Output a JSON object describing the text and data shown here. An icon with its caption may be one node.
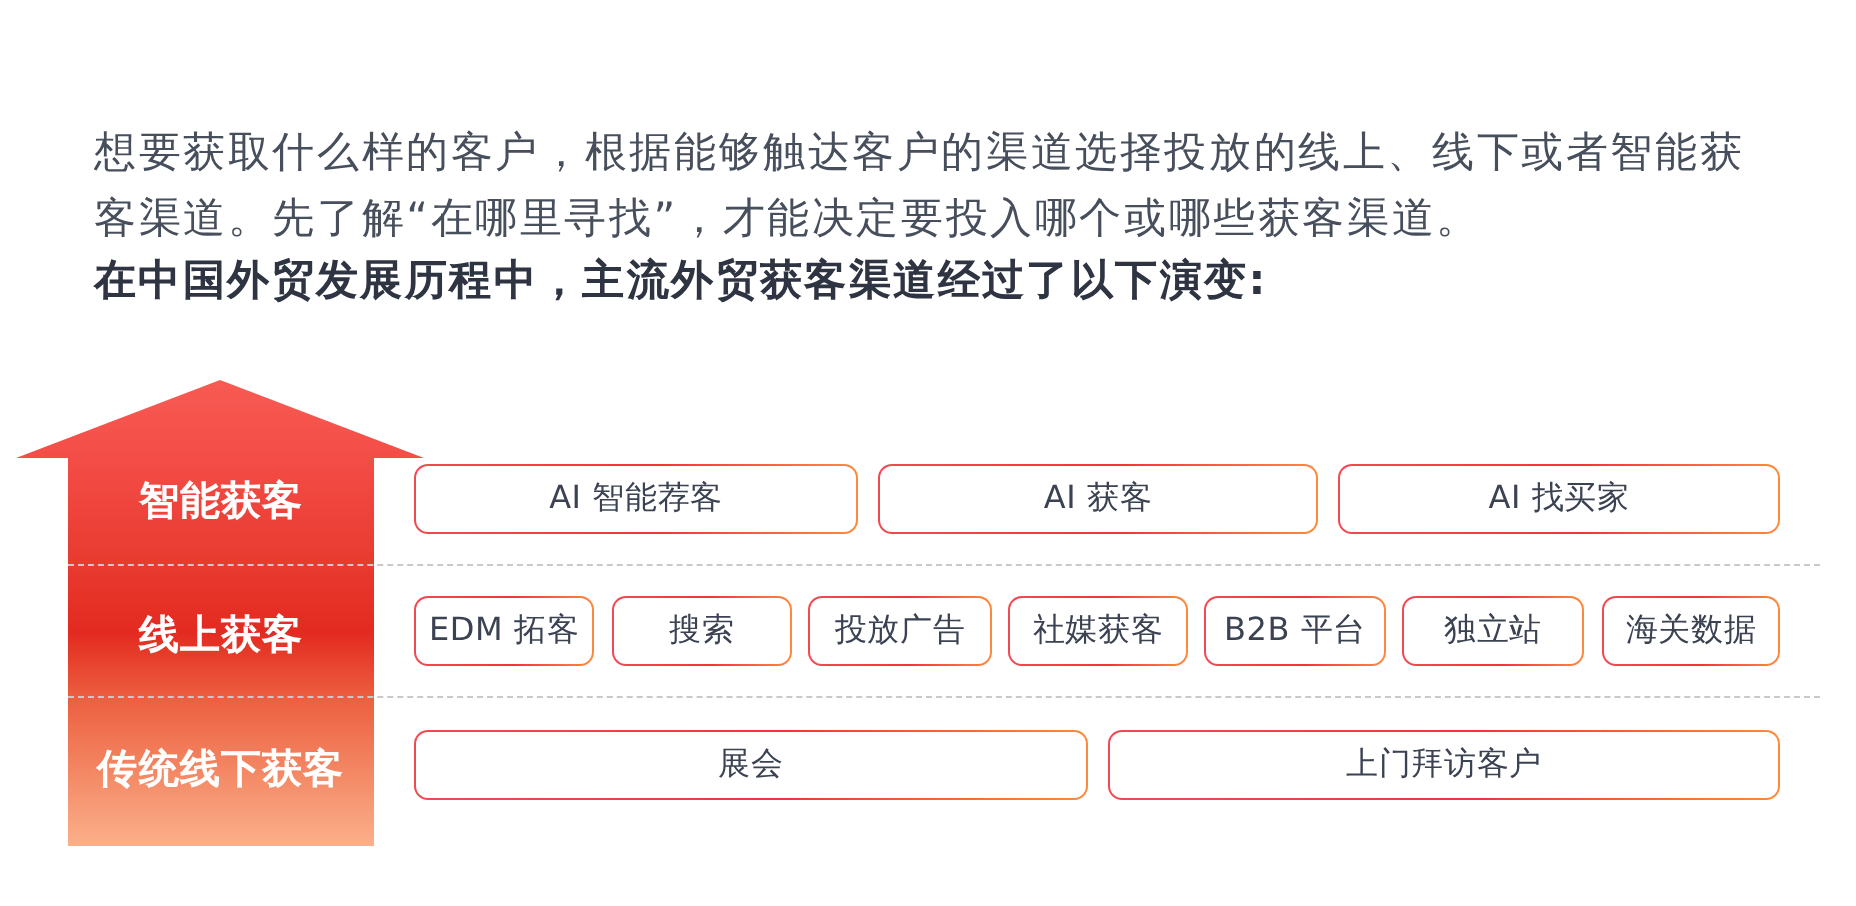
{
  "diagram": {
    "title": "在中国外贸发展历程中，主流外贸获客渠道经过了以下演变:",
    "nodes": [
      {
        "text": [
          "智能获客"
        ]
      },
      {
        "text": [
          "AI 智能荐客"
        ],
        "in": 0
      },
      {
        "text": [
          "AI 获客"
        ],
        "in": 0
      },
      {
        "text": [
          "AI 找买家"
        ],
        "in": 0
      },
      {
        "text": [
          "线上获客"
        ]
      },
      {
        "text": [
          "EDM 拓客"
        ],
        "in": 4
      },
      {
        "text": [
          "搜索"
        ],
        "in": 4
      },
      {
        "text": [
          "投放广告"
        ],
        "in": 4
      },
      {
        "text": [
          "社媒获客"
        ],
        "in": 4
      },
      {
        "text": [
          "B2B 平台"
        ],
        "in": 4
      },
      {
        "text": [
          "独立站"
        ],
        "in": 4
      },
      {
        "text": [
          "海关数据"
        ],
        "in": 4
      },
      {
        "text": [
          "传统线下获客"
        ]
      },
      {
        "text": [
          "展会"
        ],
        "in": 12
      },
      {
        "text": [
          "上门拜访客户"
        ],
        "in": 12
      }
    ],
    "labels": [
      "想要获取什么样的客户，根据能够触达客户的渠道选择投放的线上、线下或者智能获客渠道。先了解“在哪里寻找”，才能决定要投入哪个或哪些获客渠道。"
    ]
  }
}
